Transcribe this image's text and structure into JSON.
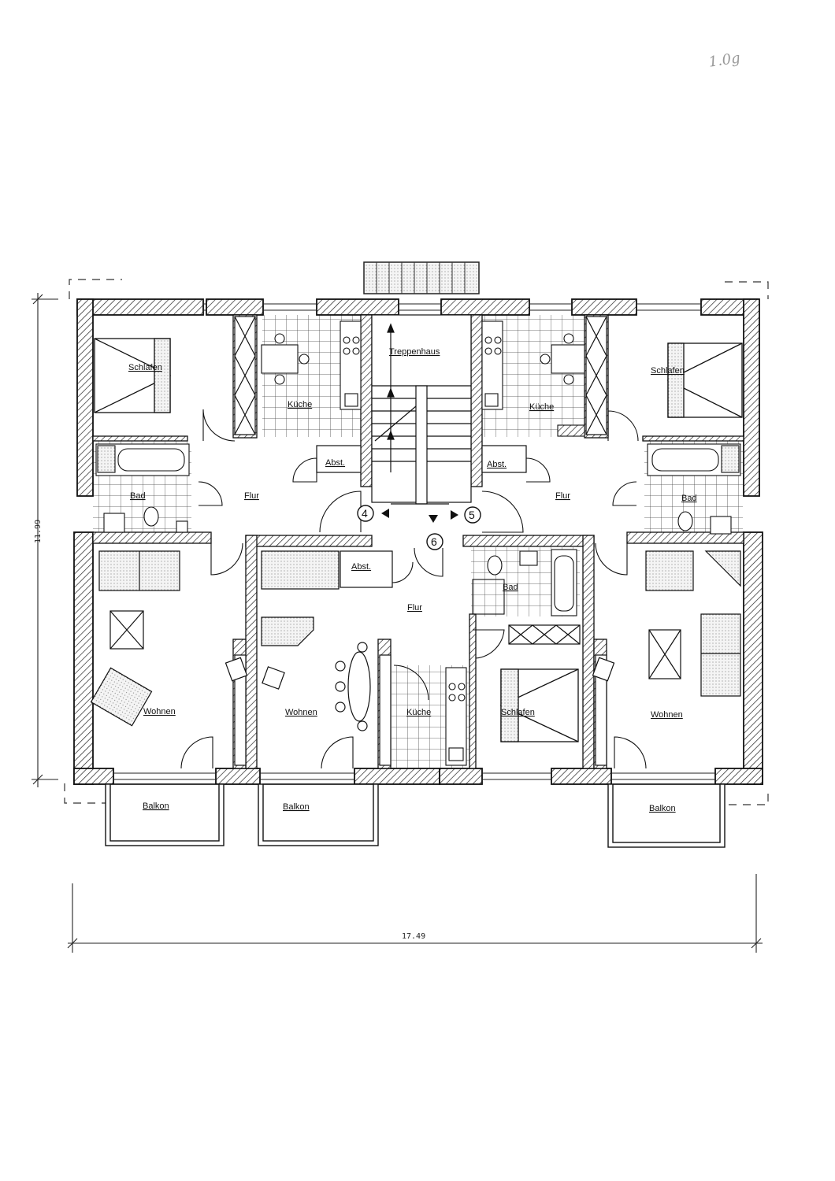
{
  "page_note": "1.0g",
  "dimensions": {
    "height": "11.99",
    "width": "17.49"
  },
  "rooms": {
    "schlafen_left": "Schlafen",
    "kueche_left": "Küche",
    "treppenhaus": "Treppenhaus",
    "kueche_right": "Küche",
    "schlafen_right": "Schlafen",
    "bad_left": "Bad",
    "abst_left": "Abst.",
    "flur_left": "Flur",
    "abst_right": "Abst.",
    "flur_right": "Flur",
    "bad_right": "Bad",
    "abst_center": "Abst.",
    "bad_center": "Bad",
    "flur_center": "Flur",
    "wohnen_left": "Wohnen",
    "wohnen_center": "Wohnen",
    "kueche_center": "Küche",
    "schlafen_center": "Schlafen",
    "wohnen_right": "Wohnen",
    "balkon_left": "Balkon",
    "balkon_center": "Balkon",
    "balkon_right": "Balkon"
  },
  "apartments": {
    "a4": "4",
    "a5": "5",
    "a6": "6"
  }
}
